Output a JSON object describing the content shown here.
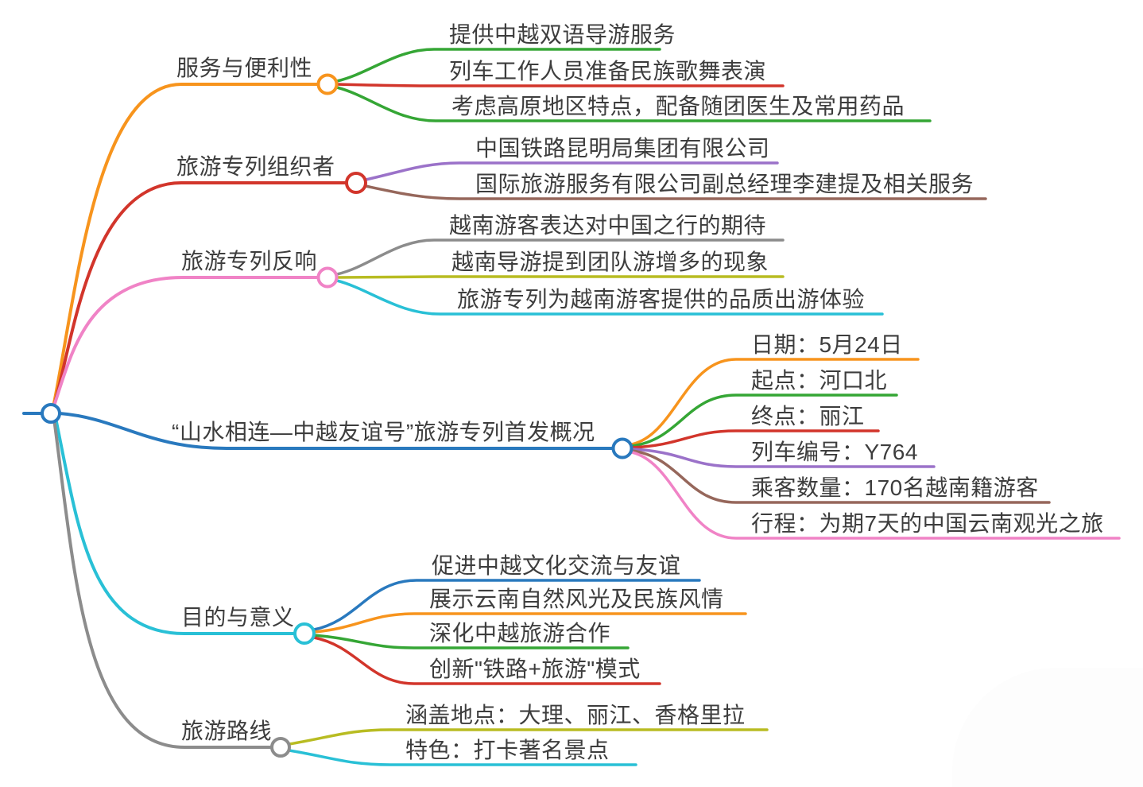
{
  "root": {
    "color": "#2979BE"
  },
  "branches": [
    {
      "label": "服务与便利性",
      "color": "#F7941D",
      "children": [
        {
          "label": "提供中越双语导游服务",
          "color": "#35A635"
        },
        {
          "label": "列车工作人员准备民族歌舞表演",
          "color": "#D2352B"
        },
        {
          "label": "考虑高原地区特点，配备随团医生及常用药品",
          "color": "#35A635"
        }
      ]
    },
    {
      "label": "旅游专列组织者",
      "color": "#D2352B",
      "children": [
        {
          "label": "中国铁路昆明局集团有限公司",
          "color": "#9B72C9"
        },
        {
          "label": "国际旅游服务有限公司副总经理李建提及相关服务",
          "color": "#96675B"
        }
      ]
    },
    {
      "label": "旅游专列反响",
      "color": "#F083C6",
      "children": [
        {
          "label": "越南游客表达对中国之行的期待",
          "color": "#8C8C8C"
        },
        {
          "label": "越南导游提到团队游增多的现象",
          "color": "#B8BC22"
        },
        {
          "label": "旅游专列为越南游客提供的品质出游体验",
          "color": "#29C0D6"
        }
      ]
    },
    {
      "label": "“山水相连—中越友谊号”旅游专列首发概况",
      "color": "#2979BE",
      "children": [
        {
          "label": "日期：5月24日",
          "color": "#F7941D"
        },
        {
          "label": "起点：河口北",
          "color": "#35A635"
        },
        {
          "label": "终点：丽江",
          "color": "#D2352B"
        },
        {
          "label": "列车编号：Y764",
          "color": "#9B72C9"
        },
        {
          "label": "乘客数量：170名越南籍游客",
          "color": "#96675B"
        },
        {
          "label": "行程：为期7天的中国云南观光之旅",
          "color": "#F083C6"
        }
      ]
    },
    {
      "label": "目的与意义",
      "color": "#29C0D6",
      "children": [
        {
          "label": "促进中越文化交流与友谊",
          "color": "#2979BE"
        },
        {
          "label": "展示云南自然风光及民族风情",
          "color": "#F7941D"
        },
        {
          "label": "深化中越旅游合作",
          "color": "#35A635"
        },
        {
          "label": "创新\"铁路+旅游\"模式",
          "color": "#D2352B"
        }
      ]
    },
    {
      "label": "旅游路线",
      "color": "#8C8C8C",
      "children": [
        {
          "label": "涵盖地点：大理、丽江、香格里拉",
          "color": "#B8BC22"
        },
        {
          "label": "特色：打卡著名景点",
          "color": "#29C0D6"
        }
      ]
    }
  ]
}
